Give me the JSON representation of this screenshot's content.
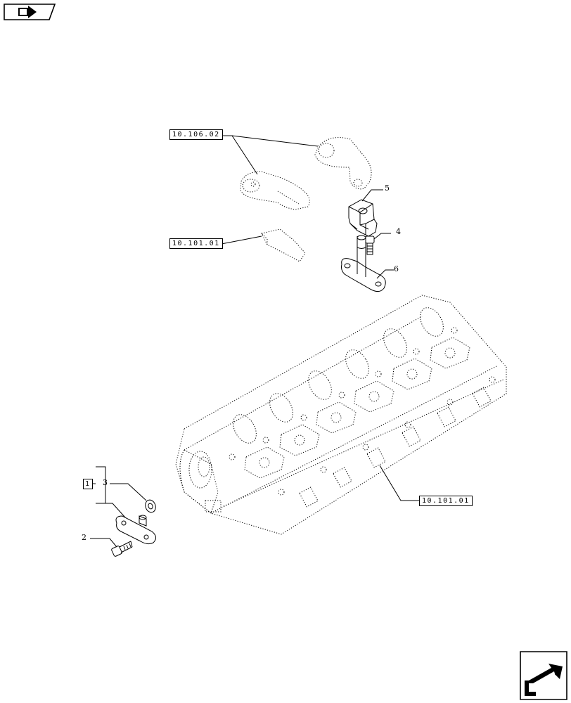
{
  "references": {
    "rocker_arms": "10.106.02",
    "pad": "10.101.01",
    "cylinder_head": "10.101.01"
  },
  "callouts": {
    "n1": "1",
    "n2": "2",
    "n3": "3",
    "n4": "4",
    "n5": "5",
    "n6": "6"
  },
  "icons": {
    "top_left": "previous-page-arrow-icon",
    "bottom_right": "next-page-arrow-icon"
  }
}
